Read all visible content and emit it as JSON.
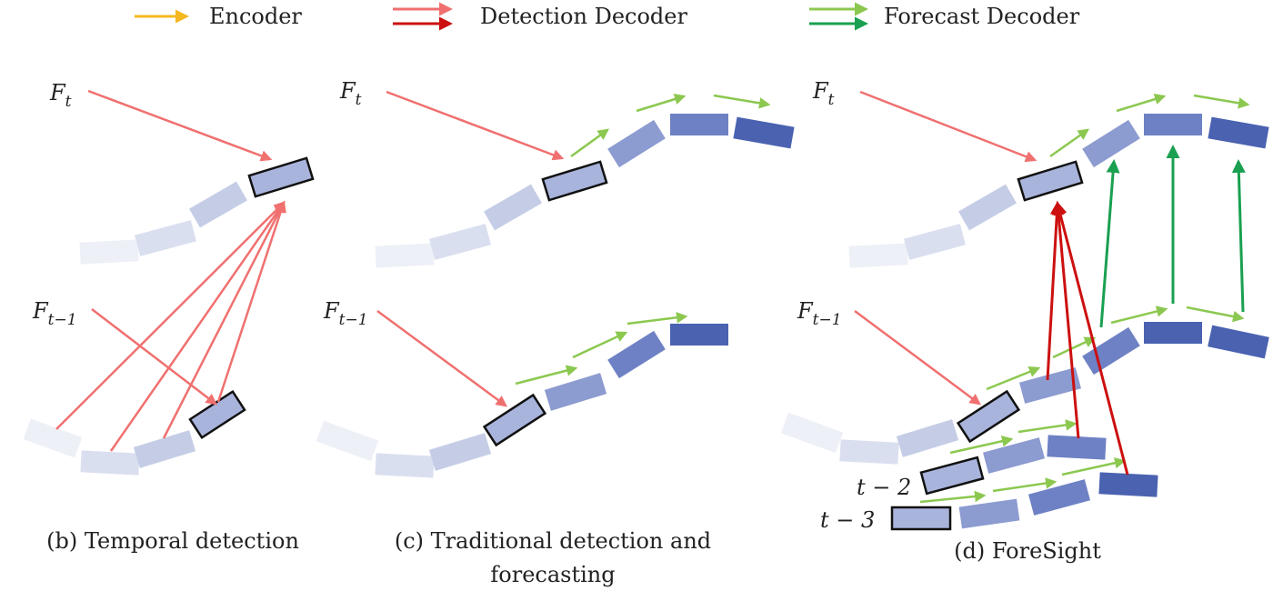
{
  "legend": {
    "encoder": "Encoder",
    "detection_decoder": "Detection Decoder",
    "forecast_decoder": "Forecast Decoder"
  },
  "colors": {
    "encoder": "#f5b820",
    "detection_light": "#f07070",
    "detection_dark": "#cc1010",
    "forecast_light": "#8cc850",
    "forecast_dark": "#1aa050",
    "box_1": "#eef0f7",
    "box_2": "#dadff0",
    "box_3": "#c5cde6",
    "box_4": "#a9b4dc",
    "box_5": "#8c9bd0",
    "box_6": "#6e81c4",
    "box_7": "#4a62b0",
    "outline": "#111111"
  },
  "panels": {
    "b": {
      "caption": "(b) Temporal detection",
      "label_t": "F",
      "label_t_sub": "t",
      "label_t1": "F",
      "label_t1_sub": "t−1"
    },
    "c": {
      "caption_line1": "(c) Traditional detection and",
      "caption_line2": "forecasting",
      "label_t": "F",
      "label_t_sub": "t",
      "label_t1": "F",
      "label_t1_sub": "t−1"
    },
    "d": {
      "caption": "(d) ForeSight",
      "label_t": "F",
      "label_t_sub": "t",
      "label_t1": "F",
      "label_t1_sub": "t−1",
      "label_t2": "t − 2",
      "label_t3": "t − 3"
    }
  }
}
